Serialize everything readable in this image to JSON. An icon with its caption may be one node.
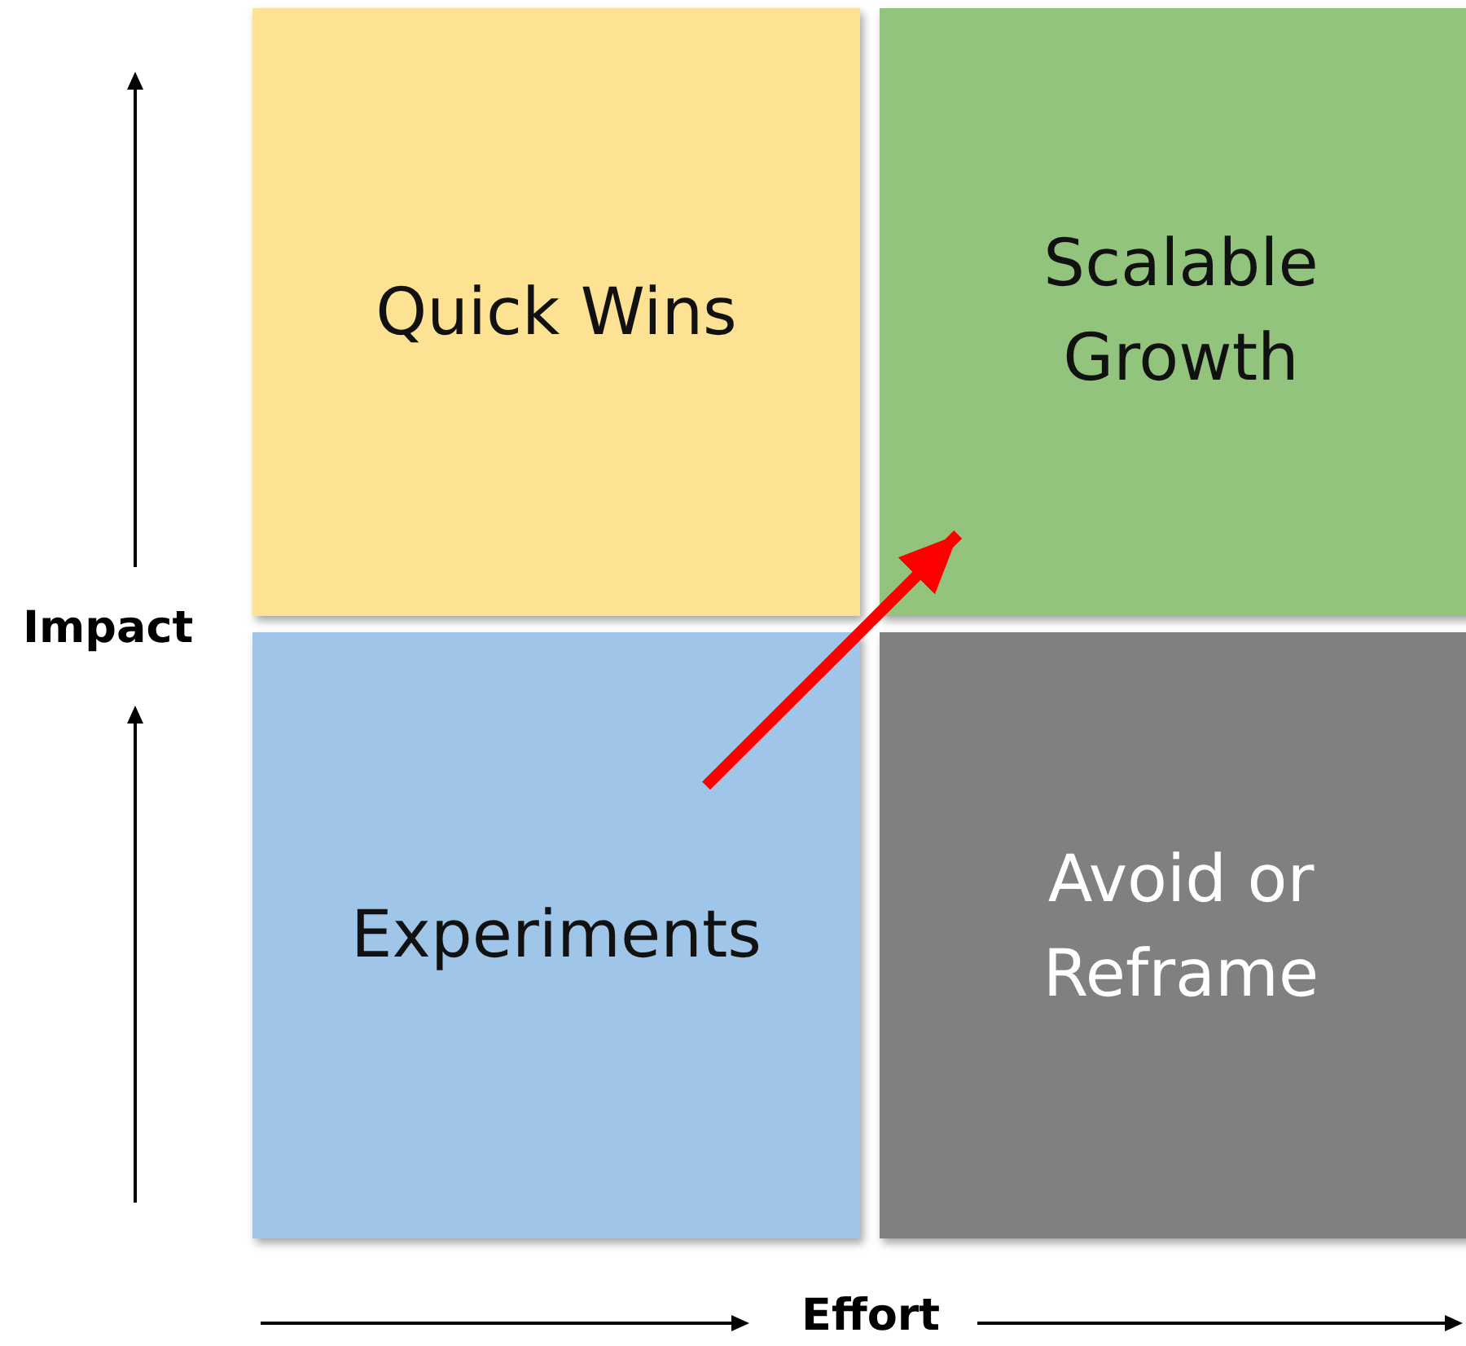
{
  "diagram": {
    "nodes": [
      {
        "text": [
          "Quick Wins"
        ]
      },
      {
        "text": [
          "Scalable Growth"
        ]
      },
      {
        "text": [
          "Experiments"
        ]
      },
      {
        "text": [
          "Avoid or Reframe"
        ]
      }
    ],
    "edges": [
      {
        "from": 2,
        "to": 1,
        "arrow": "to",
        "color": "#ff0000"
      }
    ],
    "labels": [
      "Impact",
      "Effort"
    ]
  }
}
